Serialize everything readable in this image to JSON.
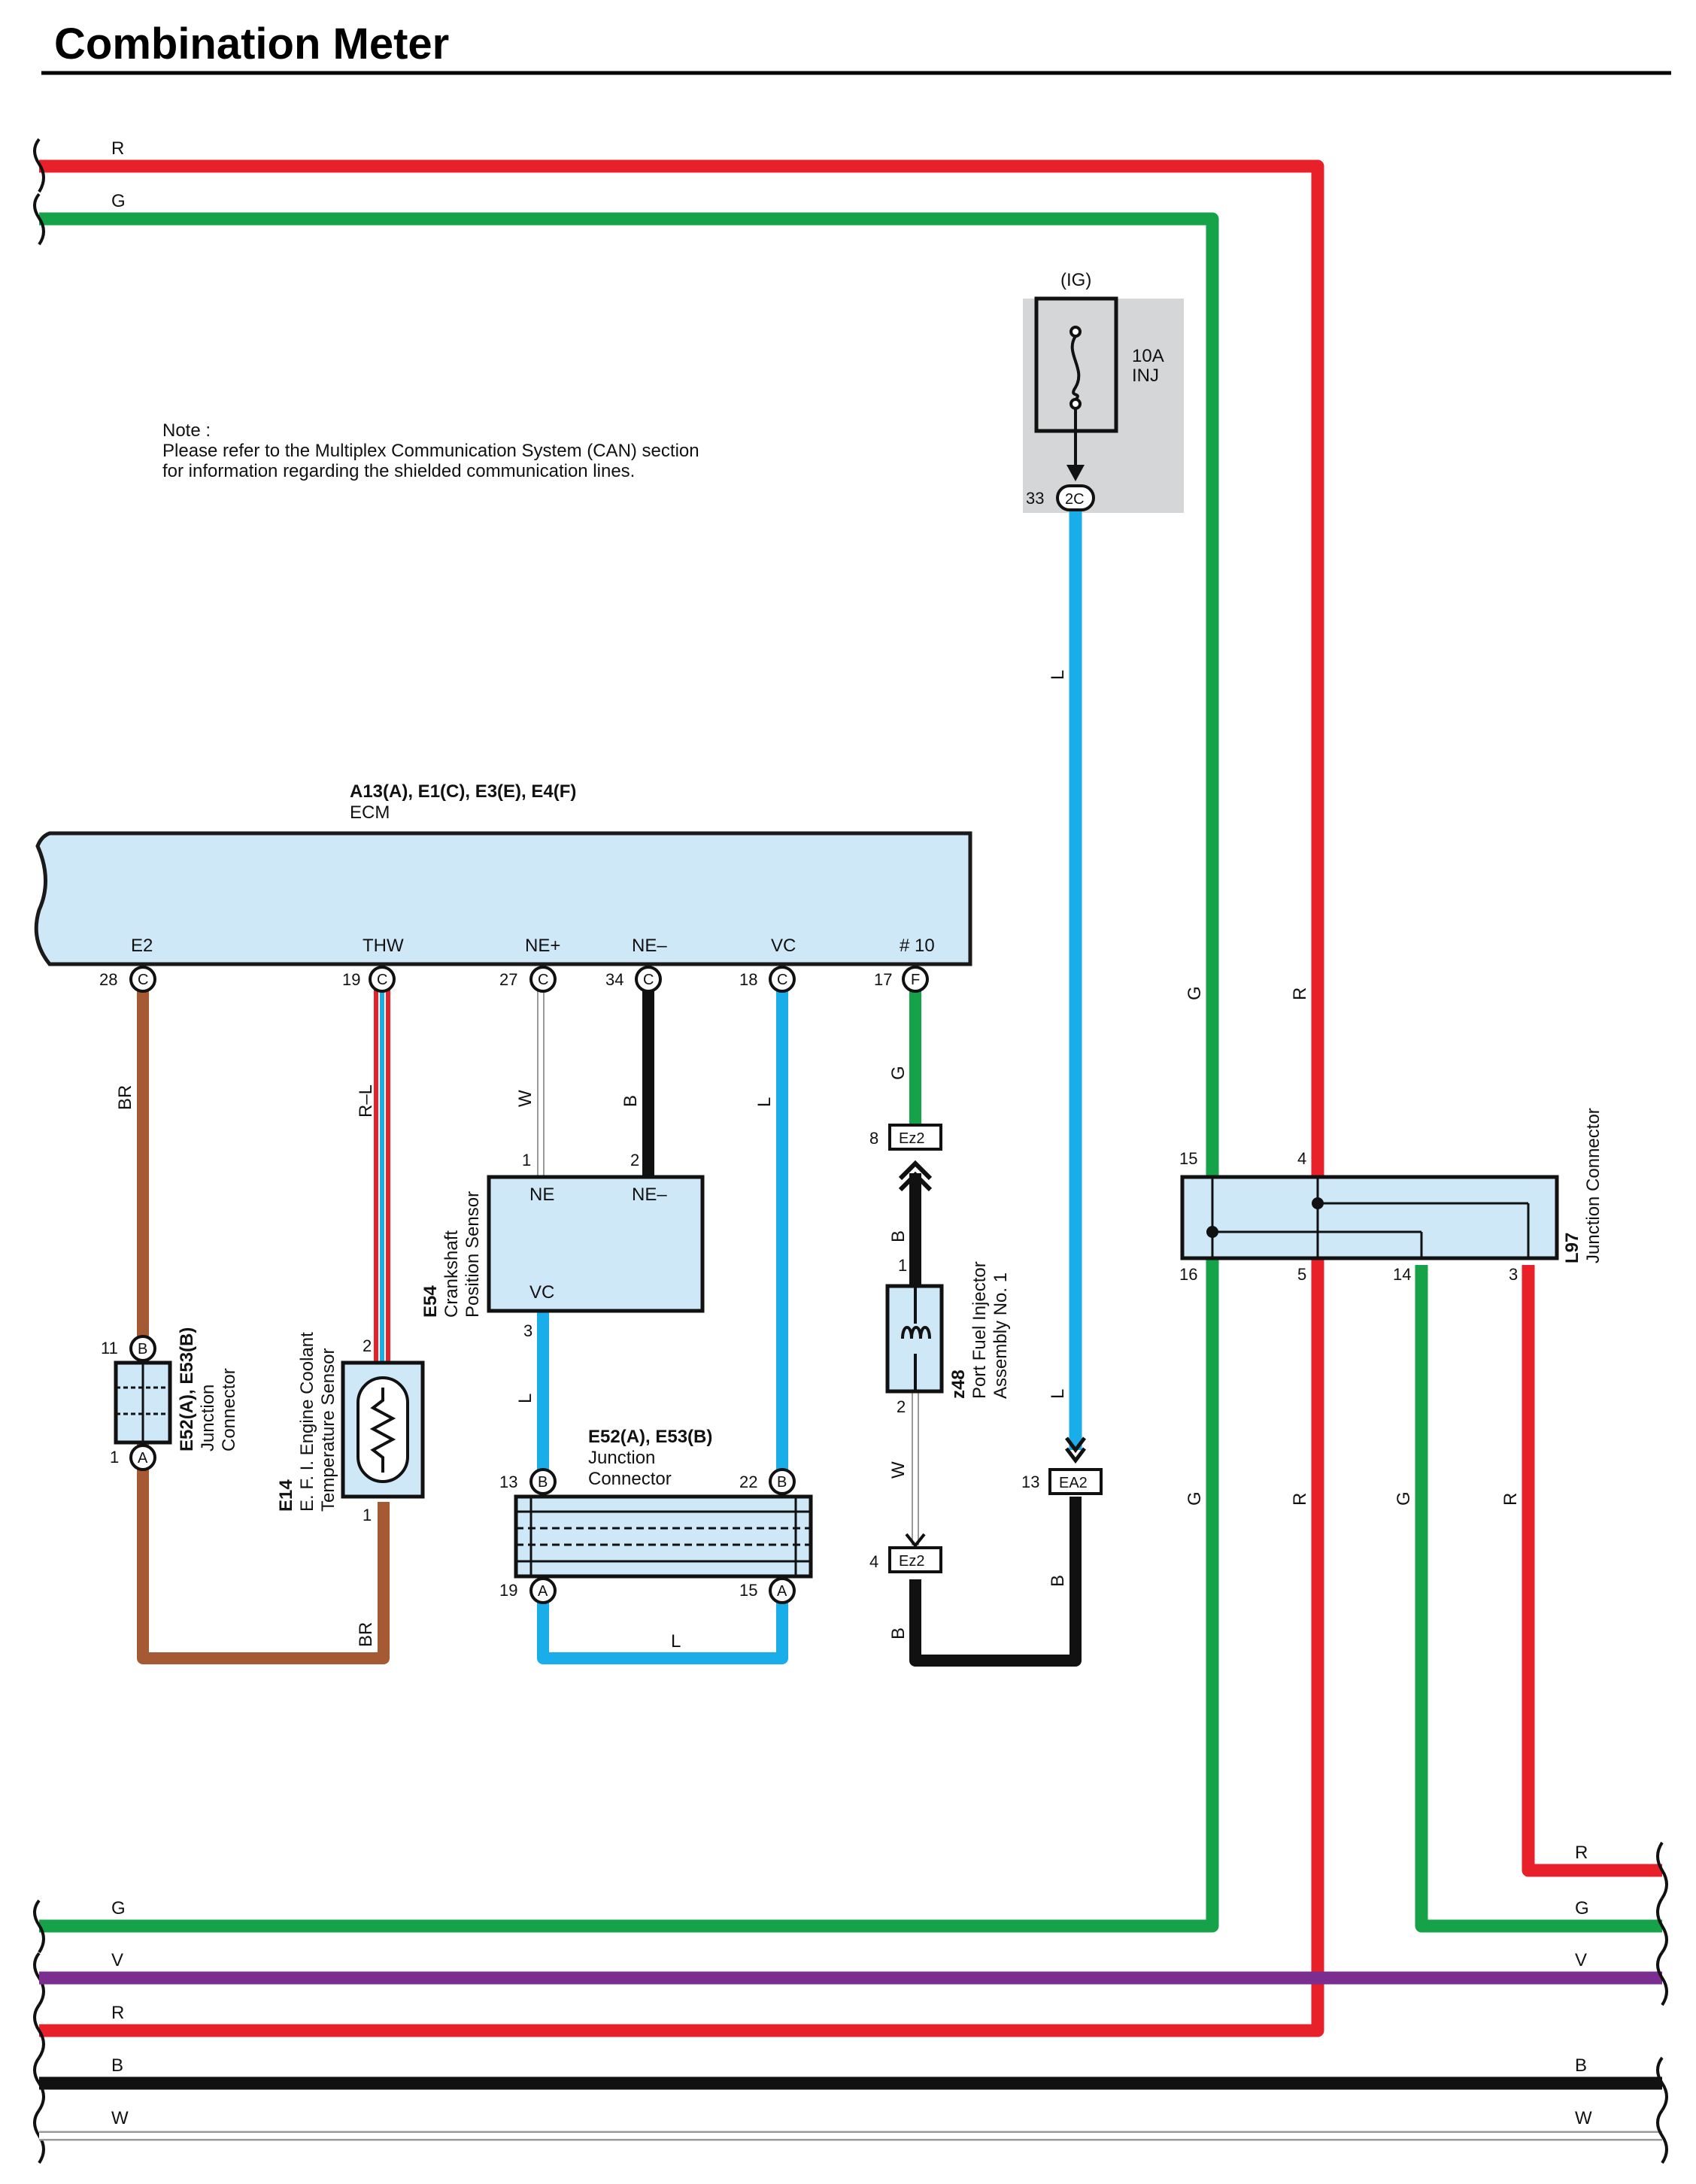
{
  "title": "Combination Meter",
  "colors": {
    "R": "#e8202a",
    "G": "#16a249",
    "L": "#19aeea",
    "BR": "#a65a33",
    "B": "#111111",
    "W": "#d9d9d9",
    "V": "#7c2d90",
    "box_fill": "#cfe8f7",
    "fuse_bg": "#d5d6d8"
  },
  "note": {
    "line1": "Note :",
    "line2": "Please refer to the Multiplex Communication System (CAN) section",
    "line3": "for information regarding the shielded communication lines."
  },
  "top_wires": {
    "r": "R",
    "g": "G"
  },
  "bottom_wires": {
    "g": "G",
    "v": "V",
    "r": "R",
    "b": "B",
    "w": "W",
    "r_right": "R",
    "g_right": "G",
    "v_right": "V",
    "b_right": "B",
    "w_right": "W"
  },
  "fuse": {
    "source": "(IG)",
    "rating": "10A",
    "name": "INJ",
    "pin": "33",
    "connector": "2C"
  },
  "ecm": {
    "connectors": "A13(A), E1(C), E3(E), E4(F)",
    "name": "ECM",
    "pins": [
      {
        "name": "E2",
        "num": "28",
        "conn": "C"
      },
      {
        "name": "THW",
        "num": "19",
        "conn": "C"
      },
      {
        "name": "NE+",
        "num": "27",
        "conn": "C"
      },
      {
        "name": "NE–",
        "num": "34",
        "conn": "C"
      },
      {
        "name": "VC",
        "num": "18",
        "conn": "C"
      },
      {
        "name": "# 10",
        "num": "17",
        "conn": "F"
      }
    ]
  },
  "wire_labels": {
    "br1": "BR",
    "rl": "R–L",
    "w1": "W",
    "b1": "B",
    "l1": "L",
    "g1": "G",
    "l_fuse1": "L",
    "l_fuse2": "L",
    "g_vert1": "G",
    "r_vert1": "R",
    "g_vert2": "G",
    "r_vert2": "R",
    "g_vert3": "G",
    "r_vert3": "R",
    "l2": "L",
    "br2": "BR",
    "l_bottom": "L",
    "b_inj": "B",
    "w_inj": "W",
    "b_inj2": "B",
    "b_ea2": "B"
  },
  "jc_left": {
    "code": "E52(A), E53(B)",
    "line1": "Junction",
    "line2": "Connector",
    "pin_top": "11",
    "conn_top": "B",
    "pin_bot": "1",
    "conn_bot": "A"
  },
  "temp_sensor": {
    "code": "E14",
    "line1": "E. F. I.  Engine Coolant",
    "line2": "Temperature Sensor",
    "pin_top": "2",
    "pin_bot": "1"
  },
  "crank": {
    "code": "E54",
    "line1": "Crankshaft",
    "line2": "Position Sensor",
    "ne": "NE",
    "ne_minus": "NE–",
    "vc": "VC",
    "pin1": "1",
    "pin2": "2",
    "pin3": "3"
  },
  "jc_mid": {
    "code": "E52(A), E53(B)",
    "line1": "Junction",
    "line2": "Connector",
    "pin13": "13",
    "conn13": "B",
    "pin22": "22",
    "conn22": "B",
    "pin19": "19",
    "conn19": "A",
    "pin15": "15",
    "conn15": "A"
  },
  "injector": {
    "code": "z48",
    "line1": "Port Fuel Injector",
    "line2": "Assembly No. 1",
    "pin1": "1",
    "pin2": "2"
  },
  "ez2_top": {
    "pin": "8",
    "name": "Ez2"
  },
  "ez2_bot": {
    "pin": "4",
    "name": "Ez2"
  },
  "ea2": {
    "pin": "13",
    "name": "EA2"
  },
  "jc_right": {
    "code": "L97",
    "name": "Junction Connector",
    "pin15": "15",
    "pin4": "4",
    "pin16": "16",
    "pin5": "5",
    "pin14": "14",
    "pin3": "3"
  },
  "icons": [
    "fuse-icon",
    "thermistor-icon",
    "coil-icon",
    "wire-break-icon",
    "splice-dot-icon"
  ]
}
